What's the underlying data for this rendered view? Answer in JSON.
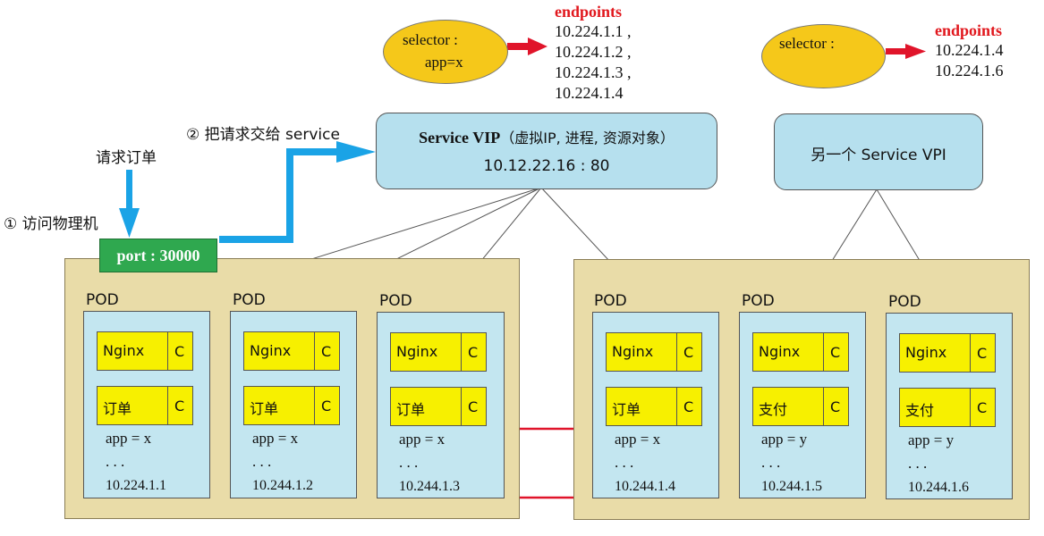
{
  "port_box": {
    "label": "port : 30000",
    "color": "#2fa84f"
  },
  "steps": {
    "request_order": "请求订单",
    "step1": "① 访问物理机",
    "step2": "② 把请求交给 service"
  },
  "selector_left": {
    "line1": "selector :",
    "line2": "app=x"
  },
  "selector_right": {
    "line1": "selector :"
  },
  "endpoints_left": {
    "title": "endpoints",
    "ips": [
      "10.224.1.1 ,",
      "10.224.1.2 ,",
      "10.224.1.3 ,",
      "10.224.1.4"
    ]
  },
  "endpoints_right": {
    "title": "endpoints",
    "ips": [
      "10.224.1.4",
      "10.224.1.6"
    ]
  },
  "service_vip": {
    "title": "Service VIP",
    "subtitle": "（虚拟IP, 进程, 资源对象）",
    "address": "10.12.22.16 : 80"
  },
  "service_vpi": {
    "label": "另一个 Service VPI"
  },
  "pods": [
    {
      "label": "POD",
      "c1": "Nginx",
      "c2": "订单",
      "c_tag": "C",
      "app": "app = x",
      "dots": ". . .",
      "ip": "10.224.1.1"
    },
    {
      "label": "POD",
      "c1": "Nginx",
      "c2": "订单",
      "c_tag": "C",
      "app": "app = x",
      "dots": ". . .",
      "ip": "10.244.1.2"
    },
    {
      "label": "POD",
      "c1": "Nginx",
      "c2": "订单",
      "c_tag": "C",
      "app": "app = x",
      "dots": ". . .",
      "ip": "10.244.1.3"
    },
    {
      "label": "POD",
      "c1": "Nginx",
      "c2": "订单",
      "c_tag": "C",
      "app": "app = x",
      "dots": ". . .",
      "ip": "10.244.1.4"
    },
    {
      "label": "POD",
      "c1": "Nginx",
      "c2": "支付",
      "c_tag": "C",
      "app": "app = y",
      "dots": ". . .",
      "ip": "10.244.1.5"
    },
    {
      "label": "POD",
      "c1": "Nginx",
      "c2": "支付",
      "c_tag": "C",
      "app": "app = y",
      "dots": ". . .",
      "ip": "10.244.1.6"
    }
  ],
  "colors": {
    "arrow_blue": "#1aa3e6",
    "arrow_red": "#e0142a",
    "group_red": "#e0142a",
    "group_orange": "#f08a24"
  }
}
